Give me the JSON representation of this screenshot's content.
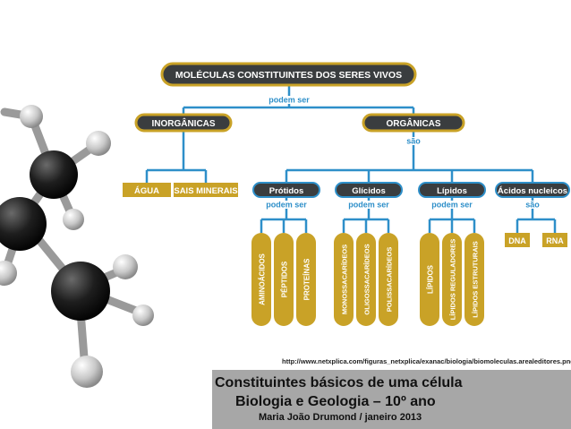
{
  "diagram": {
    "root": "MOLÉCULAS CONSTITUINTES DOS SERES VIVOS",
    "link_root": "podem ser",
    "inorganic": "INORGÂNICAS",
    "organic": "ORGÂNICAS",
    "link_organic": "são",
    "agua": "ÁGUA",
    "sais": "SAIS MINERAIS",
    "protidos": "Prótidos",
    "glicidos": "Glícidos",
    "lipidos": "Lípidos",
    "acidos": "Ácidos nucleicos",
    "link_protidos": "podem ser",
    "link_glicidos": "podem ser",
    "link_lipidos": "podem ser",
    "link_acidos": "são",
    "aminoacidos": "AMINOÁCIDOS",
    "peptidos": "PÉPTIDOS",
    "proteinas": "PROTEÍNAS",
    "monossacarideos": "MONOSSACARÍDEOS",
    "oligossacarideos": "OLIGOSSACARÍDEOS",
    "polissacarideos": "POLISSACARÍDEOS",
    "lipidos_leaf": "LÍPIDOS",
    "lipidos_reg": "LÍPIDOS REGULADORES",
    "lipidos_est": "LÍPIDOS ESTRUTURAIS",
    "dna": "DNA",
    "rna": "RNA"
  },
  "source_url": "http://www.netxplica.com/figuras_netxplica/exanac/biologia/biomoleculas.arealeditores.png",
  "footer": {
    "title": "Constituintes básicos de uma célula",
    "subtitle": "Biologia e Geologia – 10º ano",
    "author": "Maria João Drumond / janeiro 2013"
  },
  "colors": {
    "dark_box": "#3a3d3f",
    "gold": "#c9a227",
    "blue": "#2e8fc9",
    "footer_bg": "#a7a7a7"
  }
}
